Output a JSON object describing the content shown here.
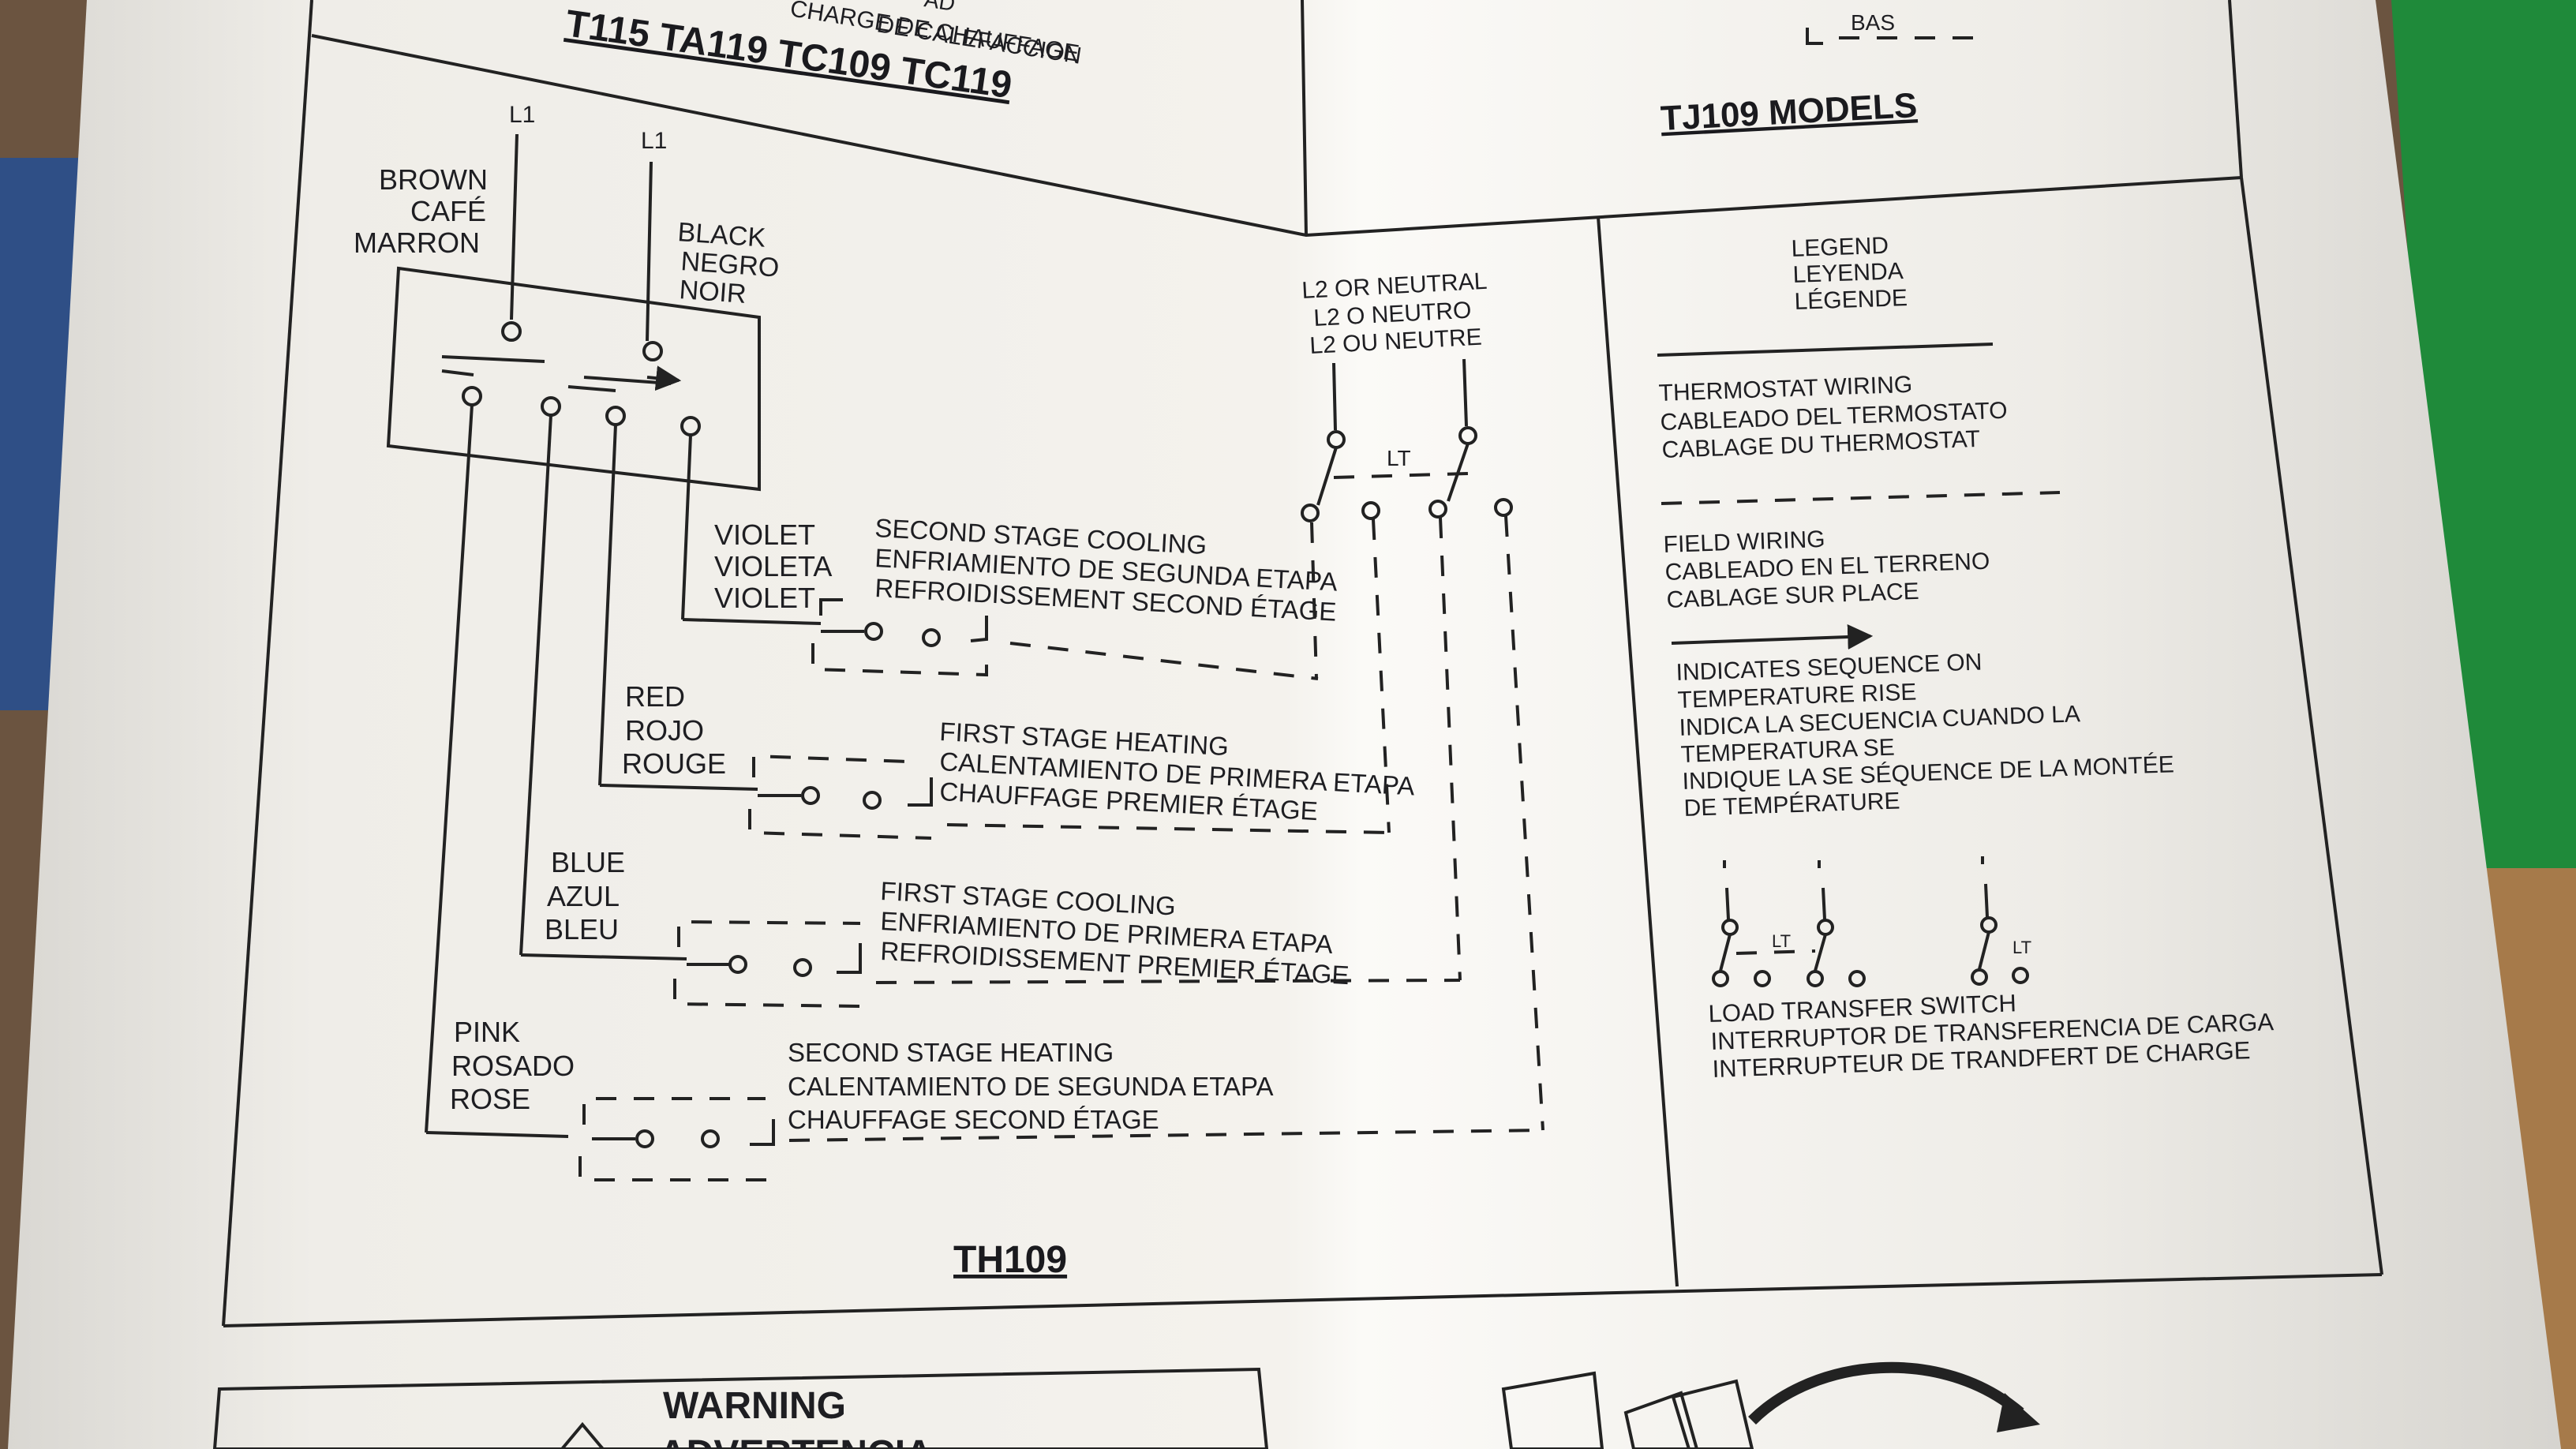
{
  "header": {
    "top_fragment": "AD",
    "top_lines": [
      "DE CALEFACCION",
      "CHARGE DE CHAUFFAGE"
    ],
    "models": "T115  TA119  TC109  TC119",
    "right_fragment": "BAS",
    "right_title": "TJ109 MODELS"
  },
  "diagram": {
    "l1_label": "L1",
    "wires": {
      "brown": [
        "BROWN",
        "CAFÉ",
        "MARRON"
      ],
      "black": [
        "BLACK",
        "NEGRO",
        "NOIR"
      ],
      "violet": [
        "VIOLET",
        "VIOLETA",
        "VIOLET"
      ],
      "red": [
        "RED",
        "ROJO",
        "ROUGE"
      ],
      "blue": [
        "BLUE",
        "AZUL",
        "BLEU"
      ],
      "pink": [
        "PINK",
        "ROSADO",
        "ROSE"
      ]
    },
    "stages": {
      "second_cooling": [
        "SECOND STAGE COOLING",
        "ENFRIAMIENTO DE SEGUNDA ETAPA",
        "REFROIDISSEMENT SECOND ÉTAGE"
      ],
      "first_heating": [
        "FIRST STAGE HEATING",
        "CALENTAMIENTO DE PRIMERA ETAPA",
        "CHAUFFAGE PREMIER ÉTAGE"
      ],
      "first_cooling": [
        "FIRST STAGE COOLING",
        "ENFRIAMIENTO DE PRIMERA ETAPA",
        "REFROIDISSEMENT PREMIER ÉTAGE"
      ],
      "second_heating": [
        "SECOND STAGE HEATING",
        "CALENTAMIENTO DE SEGUNDA ETAPA",
        "CHAUFFAGE SECOND ÉTAGE"
      ]
    },
    "l2_neutral": [
      "L2 OR NEUTRAL",
      "L2 O NEUTRO",
      "L2 OU NEUTRE"
    ],
    "lt": "LT",
    "model_label": "TH109"
  },
  "legend": {
    "title": [
      "LEGEND",
      "LEYENDA",
      "LÉGENDE"
    ],
    "thermostat_wiring": [
      "THERMOSTAT WIRING",
      "CABLEADO DEL TERMOSTATO",
      "CABLAGE DU THERMOSTAT"
    ],
    "field_wiring": [
      "FIELD WIRING",
      "CABLEADO EN EL TERRENO",
      "CABLAGE SUR PLACE"
    ],
    "sequence": [
      "INDICATES SEQUENCE ON",
      "TEMPERATURE RISE",
      "INDICA LA SECUENCIA CUANDO LA",
      "TEMPERATURA SE",
      "INDIQUE LA SE SÉQUENCE DE LA MONTÉE",
      "DE TEMPÉRATURE"
    ],
    "lt_switch": [
      "LOAD TRANSFER SWITCH",
      "INTERRUPTOR DE TRANSFERENCIA DE CARGA",
      "INTERRUPTEUR DE TRANDFERT DE CHARGE"
    ],
    "lt": "LT"
  },
  "footer": {
    "warning": "WARNING",
    "warning_fragment": "ADVERTENCIA"
  },
  "colors": {
    "paper": "#f1efea",
    "ink": "#1e1e22",
    "background": "#5a4a3a",
    "green_card": "#1f8a3a"
  }
}
